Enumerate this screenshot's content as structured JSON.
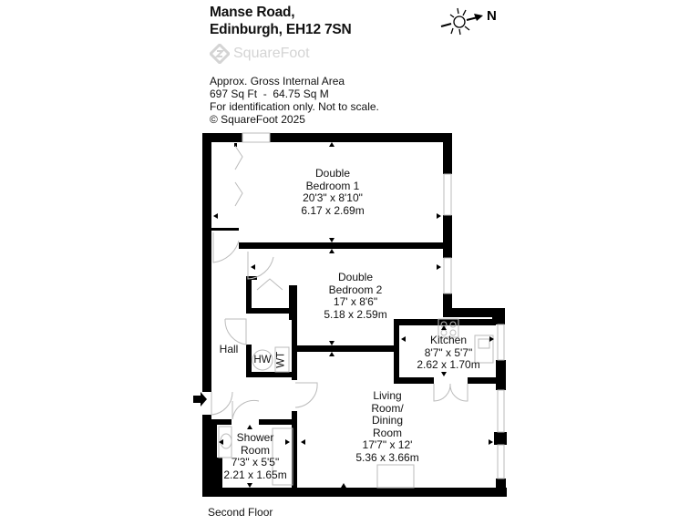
{
  "header": {
    "address_line1": "Manse Road,",
    "address_line2": "Edinburgh, EH12 7SN",
    "logo_text": "SquareFoot"
  },
  "info": {
    "line1": "Approx. Gross Internal Area",
    "line2": "697 Sq Ft  -  64.75 Sq M",
    "line3": "For identification only. Not to scale.",
    "line4": "© SquareFoot 2025"
  },
  "compass": {
    "label": "N",
    "icon": "sun-north-arrow-icon"
  },
  "rooms": [
    {
      "name_line1": "Double",
      "name_line2": "Bedroom 1",
      "imperial": "20'3\" x 8'10\"",
      "metric": "6.17 x 2.69m"
    },
    {
      "name_line1": "Double",
      "name_line2": "Bedroom 2",
      "imperial": "17' x 8'6\"",
      "metric": "5.18 x 2.59m"
    },
    {
      "name_line1": "Kitchen",
      "imperial": "8'7\" x 5'7\"",
      "metric": "2.62 x 1.70m"
    },
    {
      "name_line1": "Living",
      "name_line2": "Room/",
      "name_line3": "Dining",
      "name_line4": "Room",
      "imperial": "17'7\" x 12'",
      "metric": "5.36 x 3.66m"
    },
    {
      "name_line1": "Shower",
      "name_line2": "Room",
      "imperial": "7'3\" x 5'5\"",
      "metric": "2.21 x 1.65m"
    },
    {
      "name_line1": "Hall"
    }
  ],
  "fixtures": {
    "hot_water": "HW",
    "water_tank": "WT"
  },
  "floor": {
    "label": "Second Floor"
  },
  "colors": {
    "wall": "#000000",
    "logo": "#d4d4d4",
    "fixture_line": "#bbbbbb"
  }
}
